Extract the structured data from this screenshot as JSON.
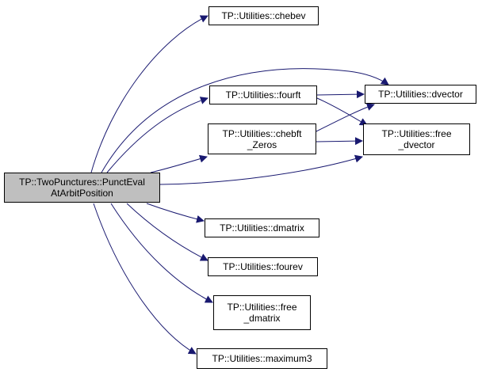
{
  "graph": {
    "colors": {
      "edge": "#191970",
      "root_fill": "#bfbfbf",
      "node_fill": "#ffffff",
      "node_border": "#000000"
    },
    "root": {
      "id": "root",
      "lines": [
        "TP::TwoPunctures::PunctEval",
        "AtArbitPosition"
      ]
    },
    "nodes": [
      {
        "id": "chebev",
        "lines": [
          "TP::Utilities::chebev"
        ]
      },
      {
        "id": "fourft",
        "lines": [
          "TP::Utilities::fourft"
        ]
      },
      {
        "id": "dvector",
        "lines": [
          "TP::Utilities::dvector"
        ]
      },
      {
        "id": "chebft",
        "lines": [
          "TP::Utilities::chebft",
          "_Zeros"
        ]
      },
      {
        "id": "free_dvector",
        "lines": [
          "TP::Utilities::free",
          "_dvector"
        ]
      },
      {
        "id": "dmatrix",
        "lines": [
          "TP::Utilities::dmatrix"
        ]
      },
      {
        "id": "fourev",
        "lines": [
          "TP::Utilities::fourev"
        ]
      },
      {
        "id": "free_dmatrix",
        "lines": [
          "TP::Utilities::free",
          "_dmatrix"
        ]
      },
      {
        "id": "maximum3",
        "lines": [
          "TP::Utilities::maximum3"
        ]
      }
    ],
    "edges": [
      {
        "from": "root",
        "to": "chebev"
      },
      {
        "from": "root",
        "to": "dvector"
      },
      {
        "from": "root",
        "to": "fourft"
      },
      {
        "from": "root",
        "to": "chebft"
      },
      {
        "from": "root",
        "to": "free_dvector"
      },
      {
        "from": "root",
        "to": "dmatrix"
      },
      {
        "from": "root",
        "to": "fourev"
      },
      {
        "from": "root",
        "to": "free_dmatrix"
      },
      {
        "from": "root",
        "to": "maximum3"
      },
      {
        "from": "fourft",
        "to": "dvector"
      },
      {
        "from": "fourft",
        "to": "free_dvector"
      },
      {
        "from": "chebft",
        "to": "dvector"
      },
      {
        "from": "chebft",
        "to": "free_dvector"
      }
    ]
  }
}
